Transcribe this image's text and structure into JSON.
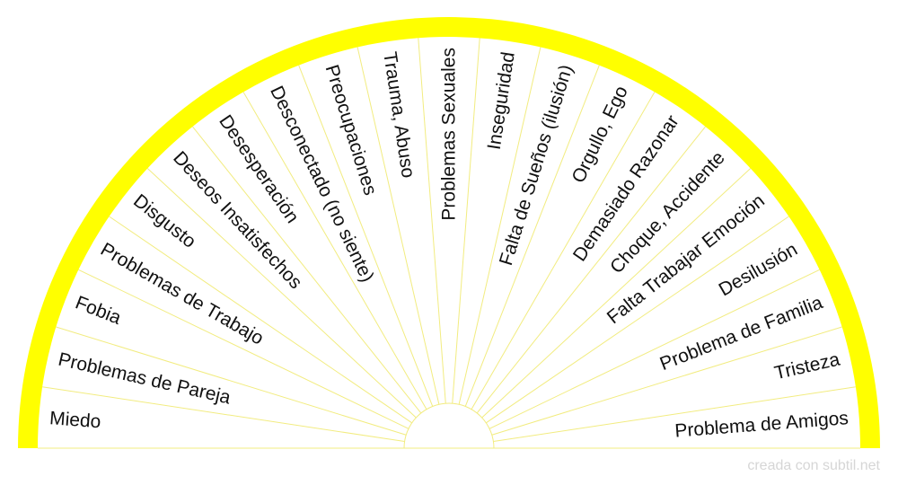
{
  "diagram": {
    "type": "semicircle-pendulum-chart",
    "colors": {
      "rim": "#ffff00",
      "divider": "#f2ec80",
      "fill": "#ffffff",
      "text": "#111111"
    },
    "sectors": [
      "Miedo",
      "Problemas de Pareja",
      "Fobia",
      "Problemas de Trabajo",
      "Disgusto",
      "Deseos Insatisfechos",
      "Desesperación",
      "Desconectado (no siente)",
      "Preocupaciones",
      "Trauma, Abuso",
      "Problemas Sexuales",
      "Inseguridad",
      "Falta de Sueños (ilusión)",
      "Orgullo, Ego",
      "Demasiado Razonar",
      "Choque, Accidente",
      "Falta Trabajar Emoción",
      "Desilusión",
      "Problema de Familia",
      "Tristeza",
      "Problema de Amigos"
    ]
  },
  "footer": {
    "credit": "creada con subtil.net"
  }
}
